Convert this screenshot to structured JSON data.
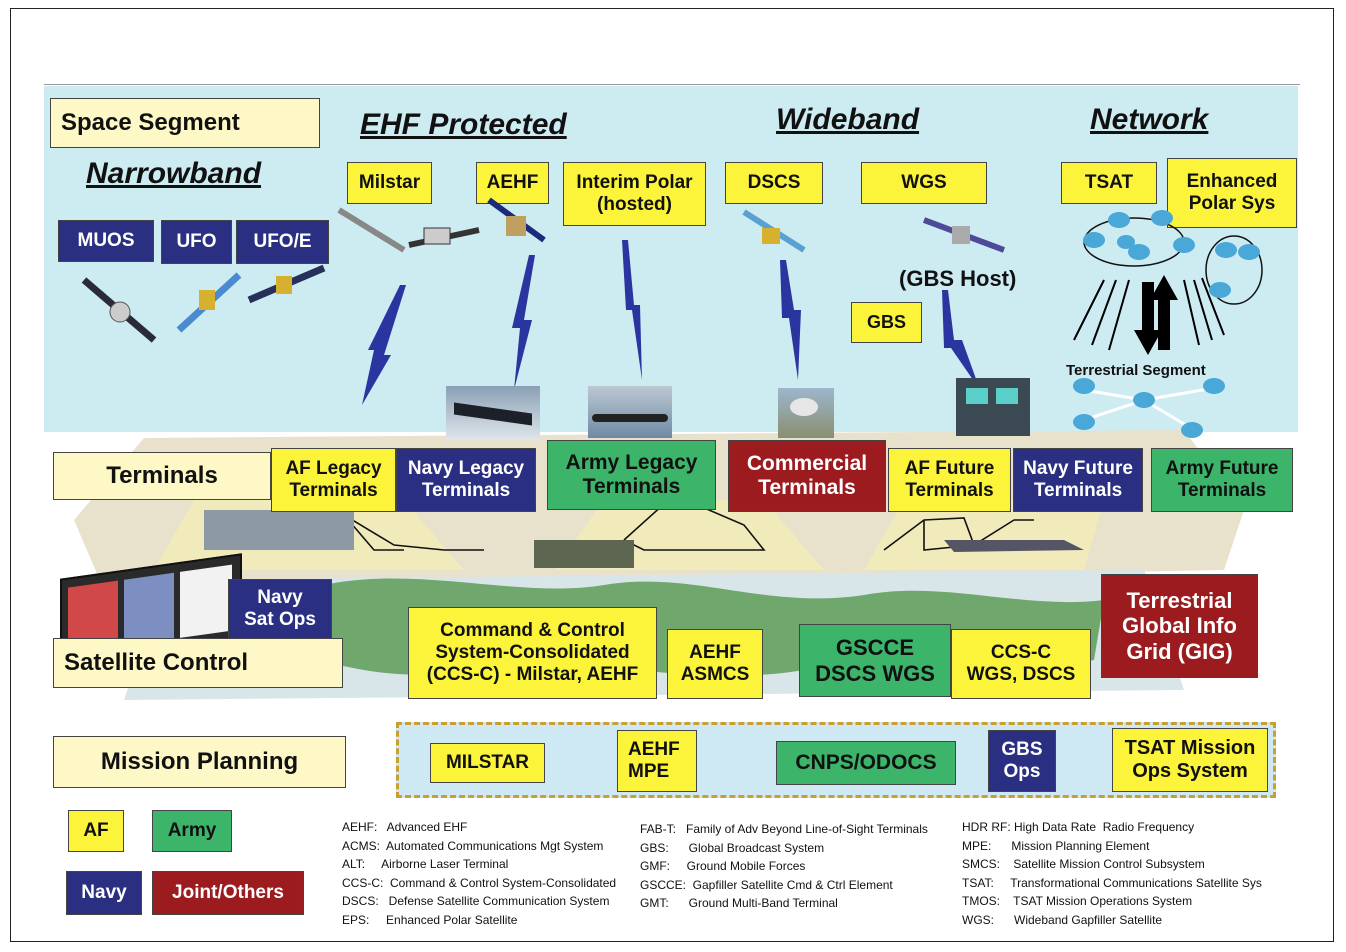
{
  "segments": {
    "space": "Space Segment",
    "terminals": "Terminals",
    "satellite_control": "Satellite Control",
    "mission_planning": "Mission Planning"
  },
  "headers": {
    "narrowband": "Narrowband",
    "ehf_protected": "EHF Protected",
    "wideband": "Wideband",
    "network": "Network"
  },
  "space_boxes": {
    "muos": "MUOS",
    "ufo": "UFO",
    "ufo_e": "UFO/E",
    "milstar": "Milstar",
    "aehf": "AEHF",
    "interim_polar": "Interim Polar\n(hosted)",
    "dscs": "DSCS",
    "wgs": "WGS",
    "tsat": "TSAT",
    "enhanced_polar": "Enhanced\nPolar Sys",
    "gbs": "GBS",
    "gbs_host": "(GBS Host)",
    "terrestrial_segment": "Terrestrial Segment"
  },
  "terminal_boxes": {
    "af_legacy": "AF Legacy\nTerminals",
    "navy_legacy": "Navy Legacy\nTerminals",
    "army_legacy": "Army Legacy\nTerminals",
    "commercial": "Commercial\nTerminals",
    "af_future": "AF Future\nTerminals",
    "navy_future": "Navy Future\nTerminals",
    "army_future": "Army Future\nTerminals"
  },
  "control_boxes": {
    "navy_sat_ops": "Navy\nSat Ops",
    "ccs_c_milstar": "Command & Control\nSystem-Consolidated\n(CCS-C) - Milstar, AEHF",
    "aehf_asmcs": "AEHF\nASMCS",
    "gscce": "GSCCE\nDSCS WGS",
    "ccs_c_wgs": "CCS-C\nWGS, DSCS",
    "gig": "Terrestrial\nGlobal Info\nGrid  (GIG)"
  },
  "planning_boxes": {
    "milstar": "MILSTAR",
    "aehf_mpe": "AEHF\nMPE",
    "cnps": "CNPS/ODOCS",
    "gbs_ops": "GBS\nOps",
    "tsat_mission": "TSAT Mission\nOps System"
  },
  "legend": {
    "af": "AF",
    "army": "Army",
    "navy": "Navy",
    "joint": "Joint/Others"
  },
  "acronyms": {
    "col1": "AEHF:   Advanced EHF\nACMS:  Automated Communications Mgt System\nALT:     Airborne Laser Terminal\nCCS-C:  Command & Control System-Consolidated\nDSCS:   Defense Satellite Communication System\nEPS:     Enhanced Polar Satellite",
    "col2": "FAB-T:   Family of Adv Beyond Line-of-Sight Terminals\nGBS:      Global Broadcast System\nGMF:     Ground Mobile Forces\nGSCCE:  Gapfiller Satellite Cmd & Ctrl Element\nGMT:      Ground Multi-Band Terminal",
    "col3": "HDR RF: High Data Rate  Radio Frequency\nMPE:      Mission Planning Element\nSMCS:    Satellite Mission Control Subsystem\nTSAT:     Transformational Communications Satellite Sys\nTMOS:    TSAT Mission Operations System\nWGS:      Wideband Gapfiller Satellite"
  },
  "colors": {
    "af": "#fbf43a",
    "army": "#3cb46a",
    "navy": "#2a2f82",
    "joint": "#9b1b1f",
    "space_bg": "#cdecf2",
    "planning_bg": "#cfe9f4"
  }
}
